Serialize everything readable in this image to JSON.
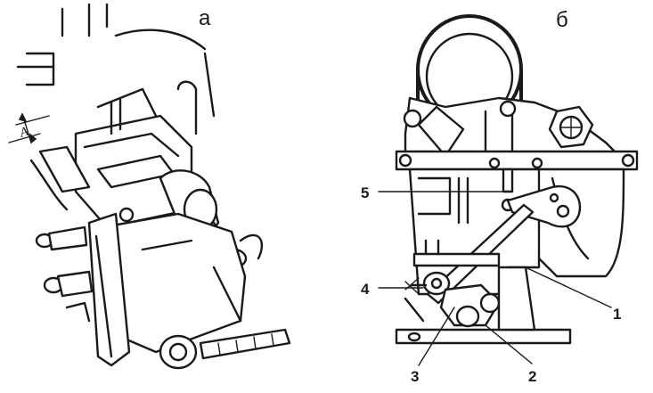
{
  "panels": {
    "left_label": "а",
    "right_label": "б"
  },
  "dimension_label": "A",
  "callouts": [
    "1",
    "2",
    "3",
    "4",
    "5"
  ]
}
